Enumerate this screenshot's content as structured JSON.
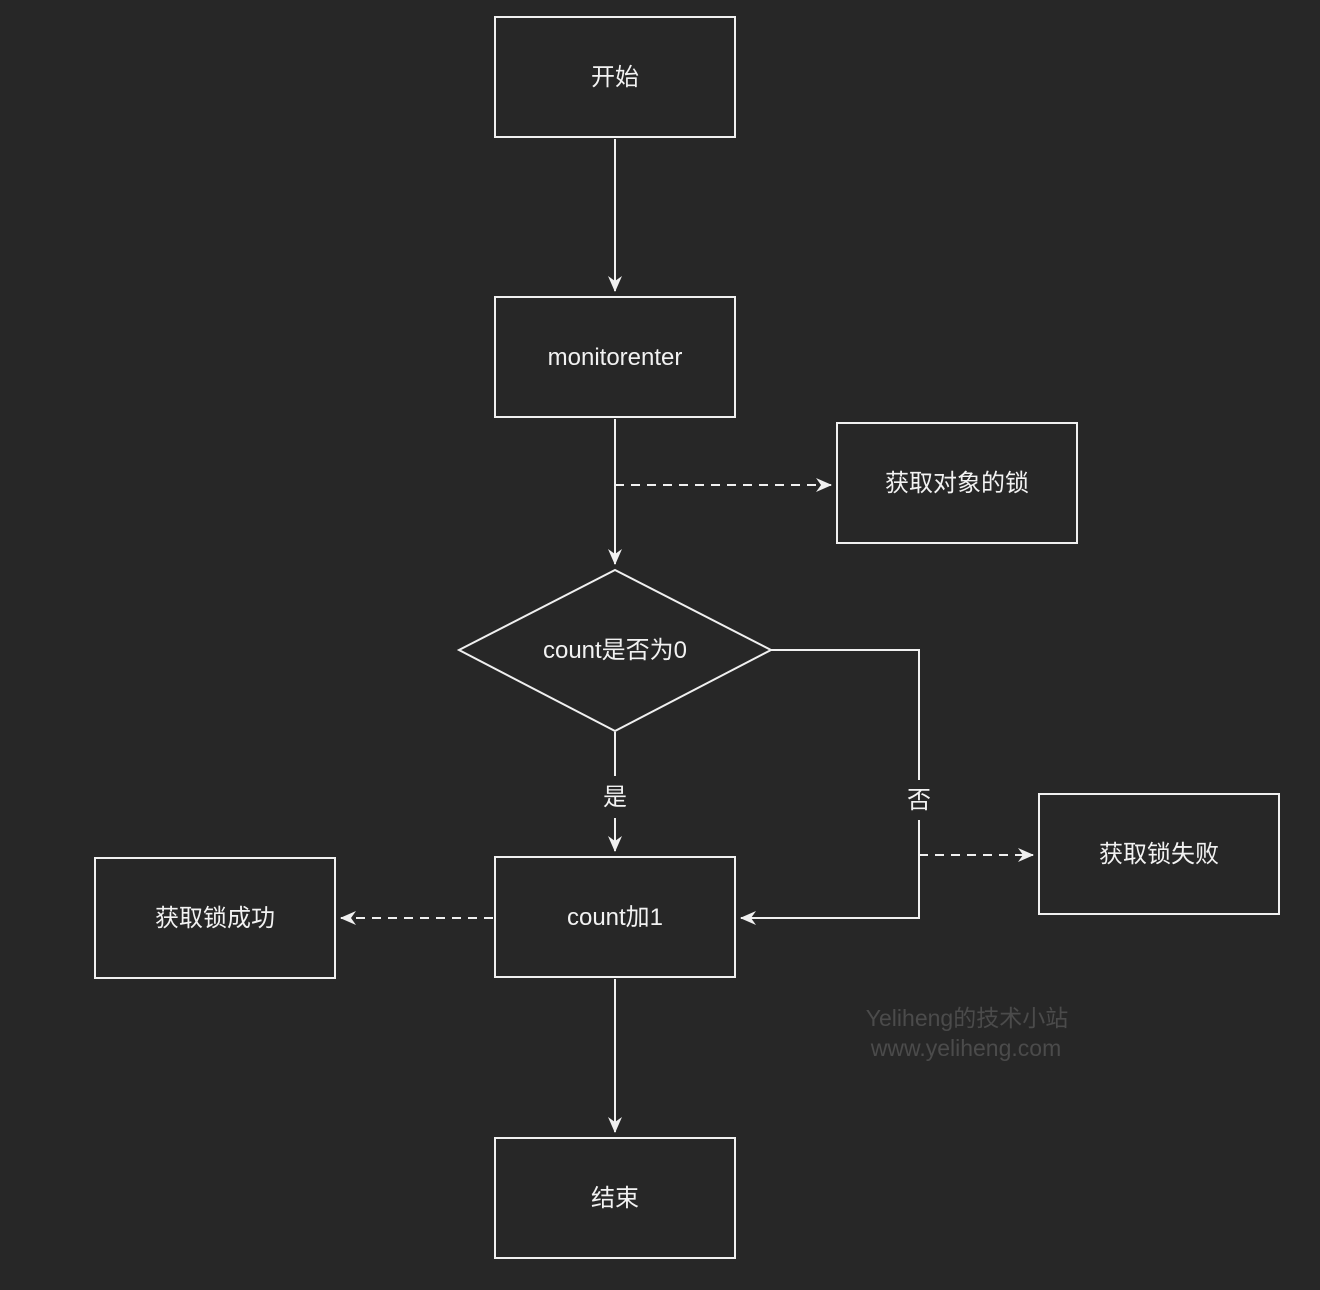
{
  "colors": {
    "background": "#272727",
    "line": "#f0f0f0",
    "text": "#f2f2f2",
    "watermark": "#4b4b4b"
  },
  "flowchart": {
    "nodes": {
      "start": {
        "label": "开始",
        "shape": "rectangle"
      },
      "monitorenter": {
        "label": "monitorenter",
        "shape": "rectangle"
      },
      "acquire_object_lock": {
        "label": "获取对象的锁",
        "shape": "rectangle"
      },
      "count_is_zero": {
        "label": "count是否为0",
        "shape": "diamond"
      },
      "count_plus_one": {
        "label": "count加1",
        "shape": "rectangle"
      },
      "acquire_lock_failed": {
        "label": "获取锁失败",
        "shape": "rectangle"
      },
      "acquire_lock_success": {
        "label": "获取锁成功",
        "shape": "rectangle"
      },
      "end": {
        "label": "结束",
        "shape": "rectangle"
      }
    },
    "edge_labels": {
      "yes": "是",
      "no": "否"
    },
    "watermark": {
      "line1": "Yeliheng的技术小站",
      "line2": "www.yeliheng.com"
    }
  }
}
